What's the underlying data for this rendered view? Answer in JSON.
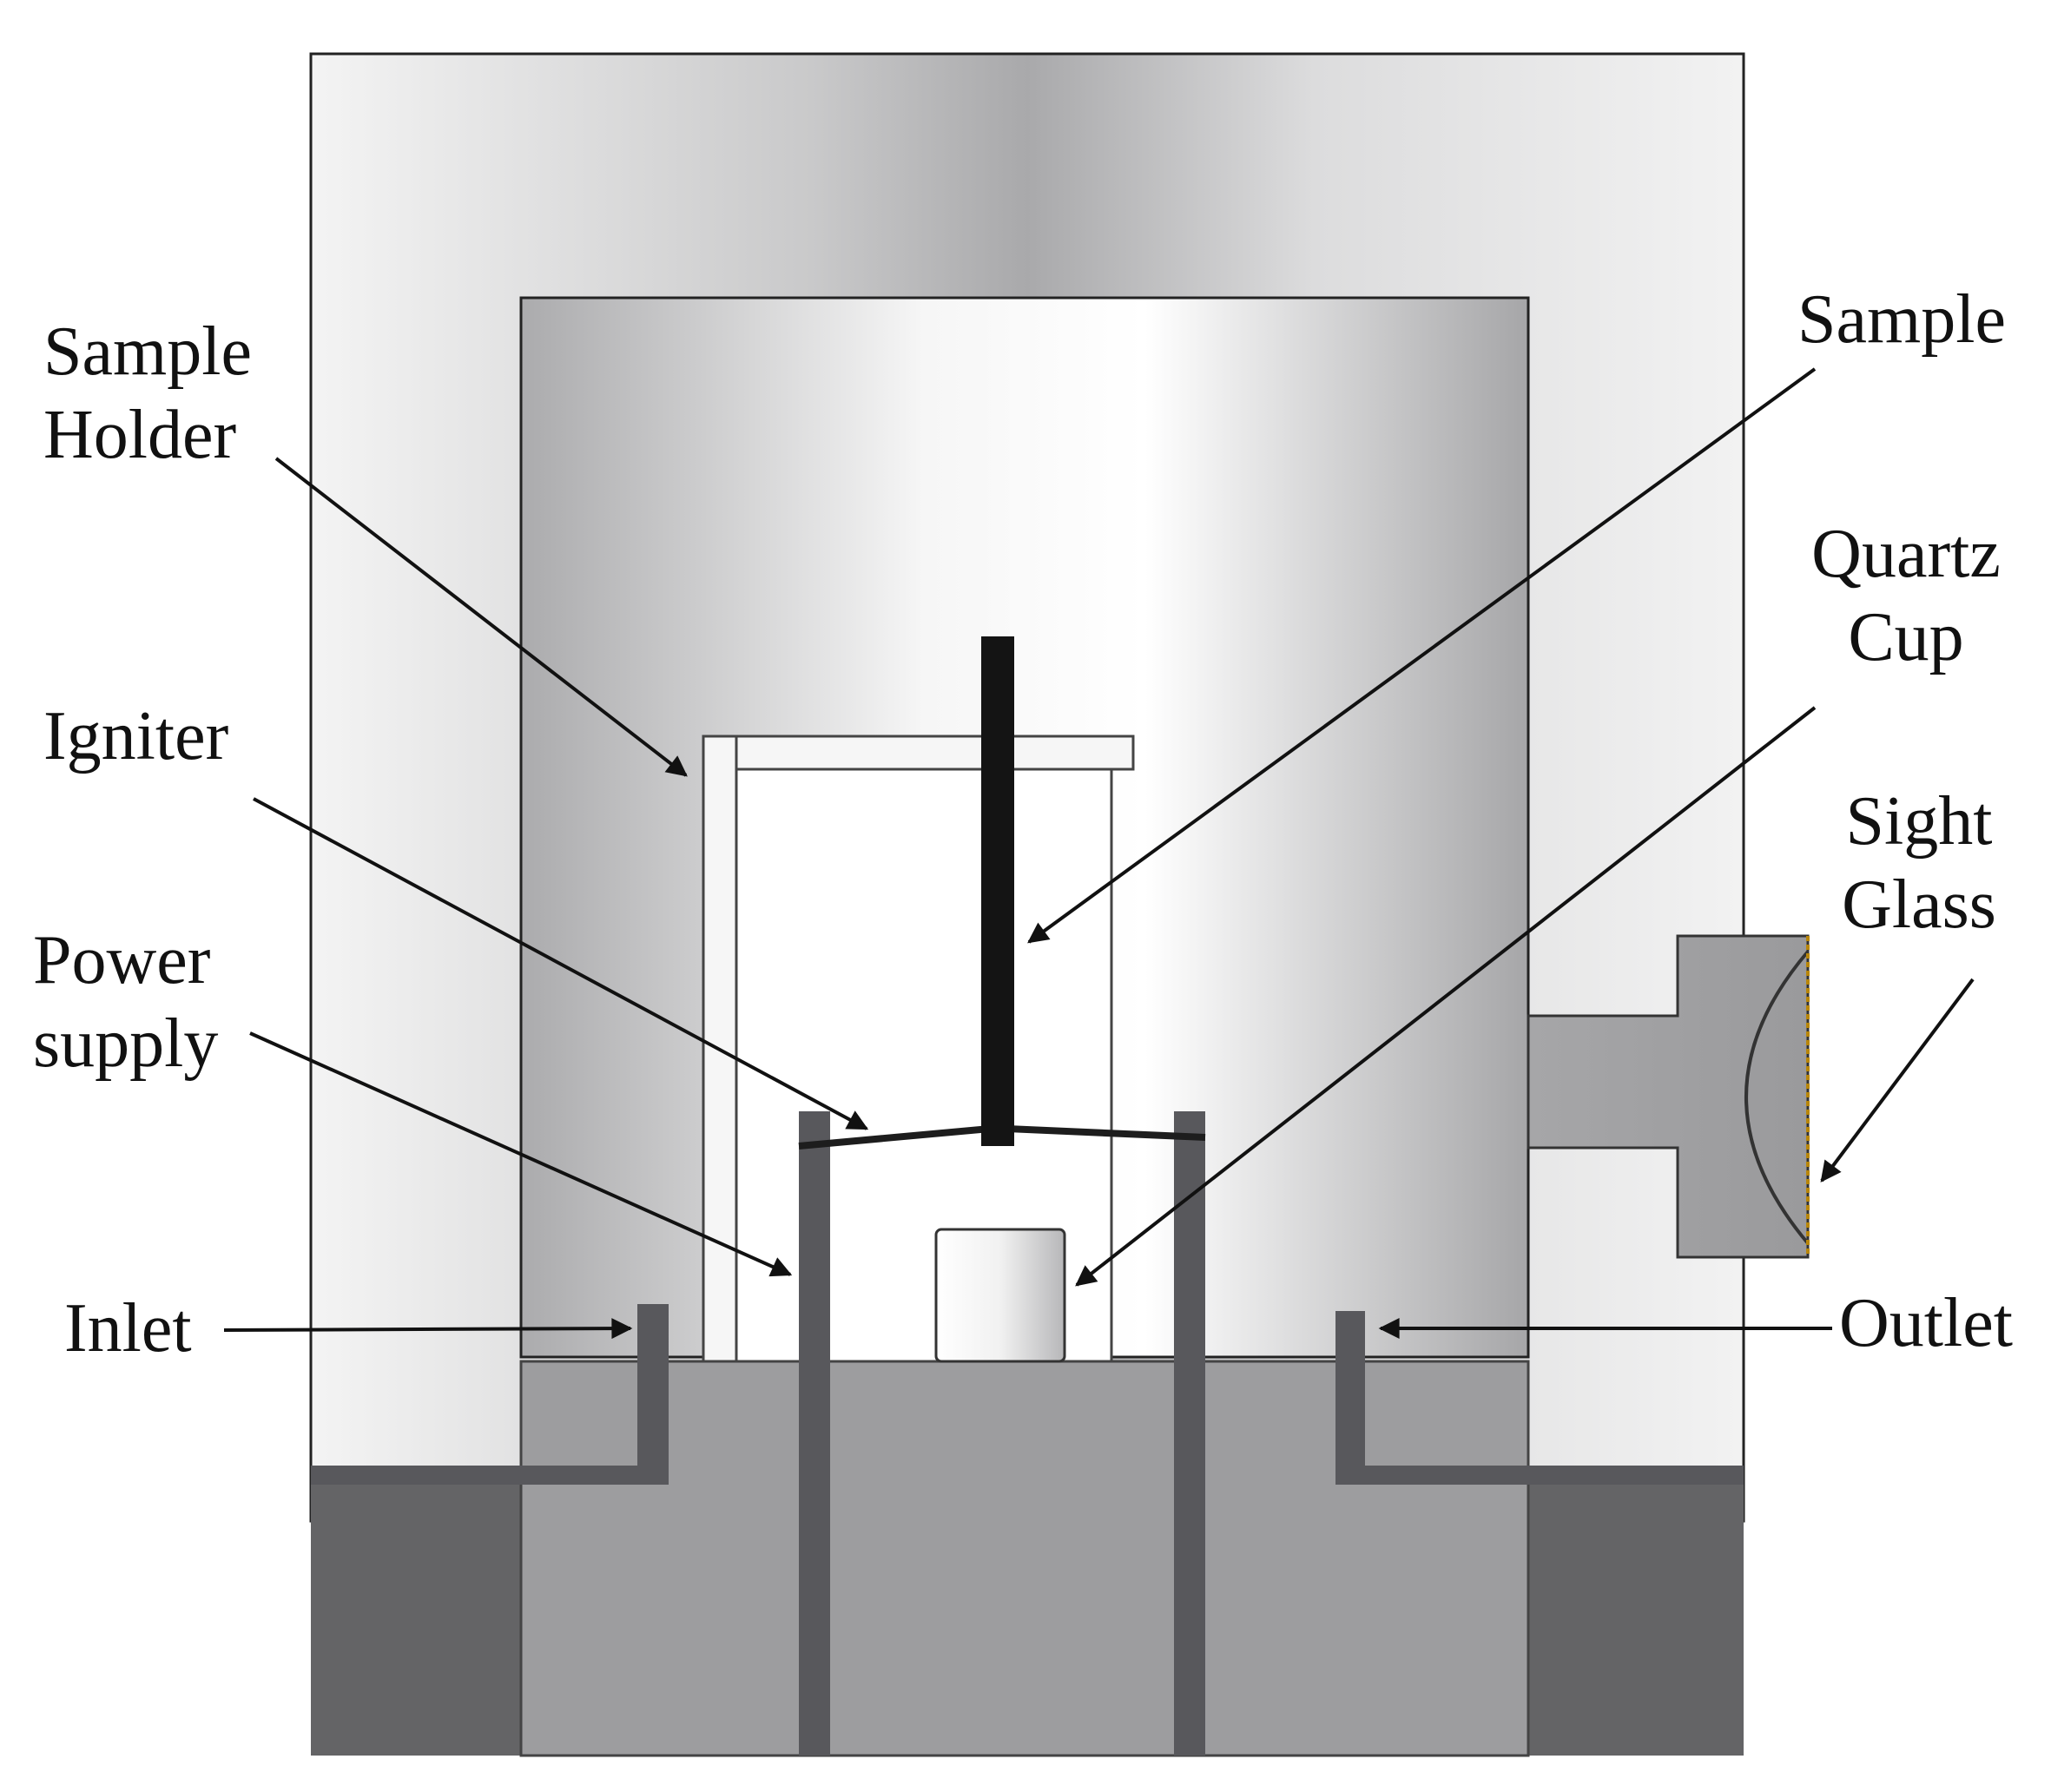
{
  "labels": {
    "sample_holder": [
      "Sample",
      "Holder"
    ],
    "igniter": "Igniter",
    "power_supply": [
      "Power",
      "supply"
    ],
    "inlet": "Inlet",
    "sample": "Sample",
    "quartz_cup": [
      "Quartz",
      "Cup"
    ],
    "sight_glass": [
      "Sight",
      "Glass"
    ],
    "outlet": "Outlet"
  },
  "colors": {
    "outer_shell": "#d4d4d4",
    "inner_chamber": "#e8e8e8",
    "base_block": "#9d9d9f",
    "base_dark": "#646466",
    "pipe": "#58585c",
    "sample_rod": "#141414",
    "annotation_ink": "#111111"
  }
}
